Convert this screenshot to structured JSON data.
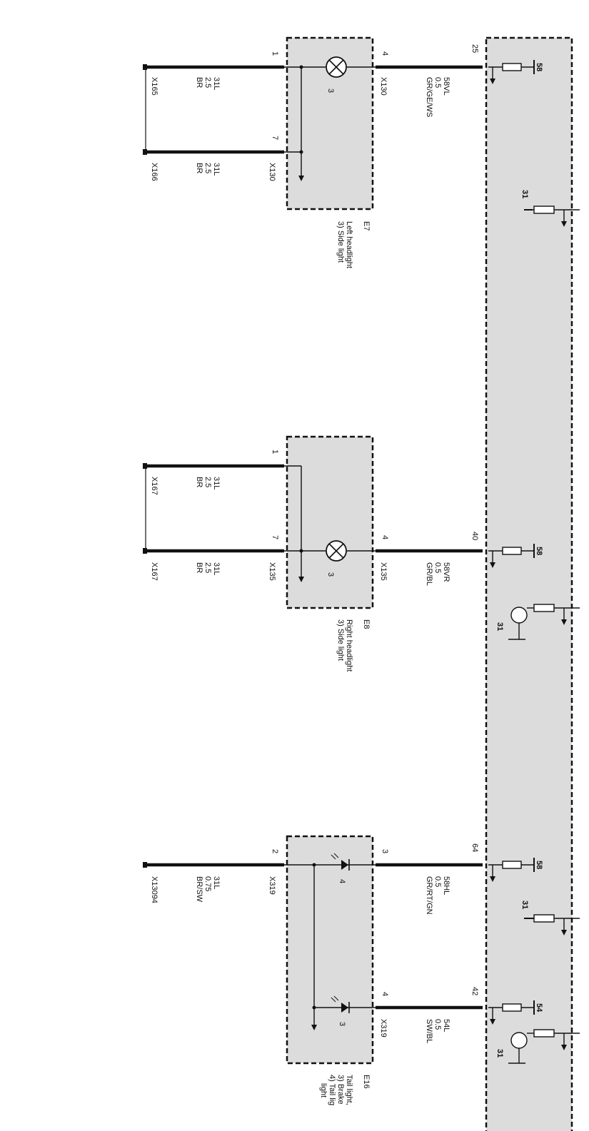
{
  "module_pins": [
    "25",
    "40",
    "64",
    "42"
  ],
  "feed_labels": [
    "58",
    "31",
    "58",
    "31",
    "58",
    "31",
    "54",
    "31"
  ],
  "components": {
    "e7": {
      "id": "E7",
      "name": "Left headlight",
      "sub": "3) Side light",
      "bulb_no": "3",
      "pins": [
        "1",
        "7",
        "4"
      ],
      "connectors": [
        "X165",
        "X166",
        "X130",
        "X130"
      ],
      "wires": [
        {
          "signal": "31L",
          "size": "2.5",
          "color": "BR"
        },
        {
          "signal": "31L",
          "size": "2.5",
          "color": "BR"
        },
        {
          "signal": "58VL",
          "size": "0.5",
          "color": "GR/GE/WS"
        }
      ]
    },
    "e8": {
      "id": "E8",
      "name": "Right headlight",
      "sub": "3) Side light",
      "bulb_no": "3",
      "pins": [
        "1",
        "7",
        "4"
      ],
      "connectors": [
        "X167",
        "X167",
        "X135",
        "X135"
      ],
      "wires": [
        {
          "signal": "31L",
          "size": "2.5",
          "color": "BR"
        },
        {
          "signal": "31L",
          "size": "2.5",
          "color": "BR"
        },
        {
          "signal": "58VR",
          "size": "0.5",
          "color": "GR/BL"
        }
      ]
    },
    "e16": {
      "id": "E16",
      "name": "Tail light,",
      "sub": "3) Brake",
      "sub2": "4) Tail lig",
      "sub3": "light",
      "led_nos": [
        "4",
        "3"
      ],
      "pins": [
        "2",
        "3",
        "4"
      ],
      "connectors": [
        "X13094",
        "X319",
        "X319"
      ],
      "wires": [
        {
          "signal": "31L",
          "size": "0.75",
          "color": "BR/SW"
        },
        {
          "signal": "58HL",
          "size": "0.5",
          "color": "GR/RT/GN"
        },
        {
          "signal": "54L",
          "size": "0.5",
          "color": "SW/BL"
        }
      ]
    }
  }
}
